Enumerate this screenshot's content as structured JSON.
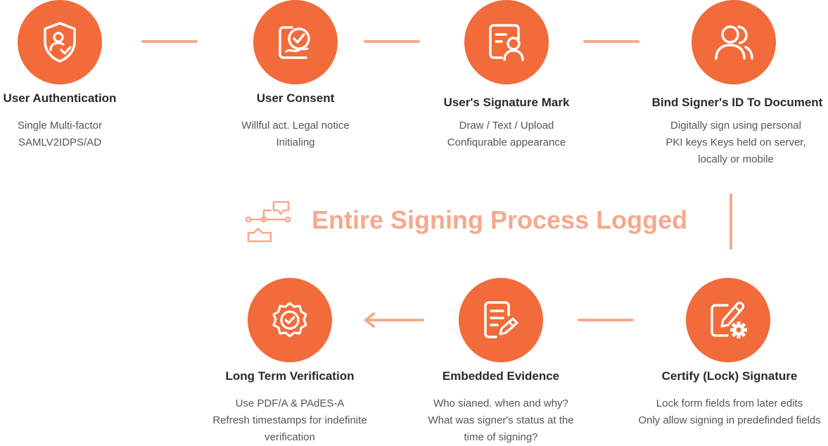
{
  "top_steps": [
    {
      "title": "User Authentication",
      "lines": [
        "Single Multi-factor",
        "SAMLV2IDPS/AD"
      ],
      "icon": "shield-user-icon"
    },
    {
      "title": "User Consent",
      "lines": [
        "Willful act. Legal notice",
        "Initialing"
      ],
      "icon": "consent-check-icon"
    },
    {
      "title": "User's Signature Mark",
      "lines": [
        "Draw / Text / Upload",
        "Confiqurable appearance"
      ],
      "icon": "id-card-icon"
    },
    {
      "title": "Bind Signer's ID To Document",
      "lines": [
        "Digitally sign using personal",
        "PKI keys Keys held on server,",
        "locally or mobile"
      ],
      "icon": "users-icon"
    }
  ],
  "center": {
    "title": "Entire Signing Process Logged",
    "icon": "process-flow-icon"
  },
  "bottom_steps": [
    {
      "title": "Long Term Verification",
      "lines": [
        "Use PDF/A & PAdES-A",
        "Refresh timestamps for indefinite",
        "verification"
      ],
      "icon": "badge-check-icon"
    },
    {
      "title": "Embedded Evidence",
      "lines": [
        "Who sianed. when and why?",
        "What was signer's status at the",
        "time of signing?"
      ],
      "icon": "document-edit-icon"
    },
    {
      "title": "Certify (Lock) Signature",
      "lines": [
        "Lock form fields from later edits",
        "Only allow signing in predefinded fields"
      ],
      "icon": "edit-gear-icon"
    }
  ],
  "colors": {
    "accent": "#f26b3a",
    "connector": "#f6a98c",
    "title_text": "#2a2a2a",
    "body_text": "#555555"
  }
}
